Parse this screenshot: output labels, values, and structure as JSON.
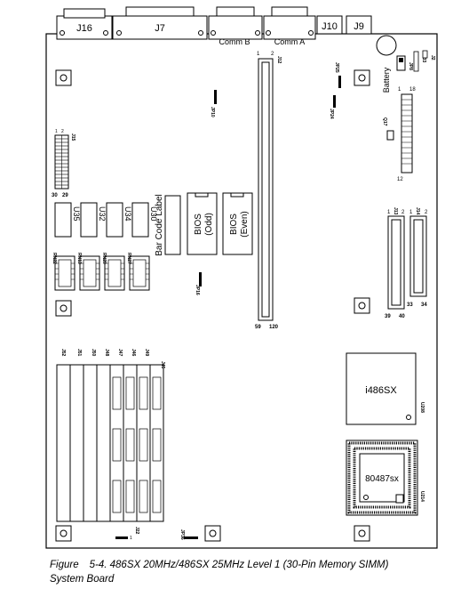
{
  "connectors": {
    "j16": "J16",
    "j7": "J7",
    "comm_b_port": "Comm B",
    "comm_a_port": "Comm A",
    "j10": "J10",
    "j9": "J9",
    "j12": "J12",
    "j15": "J15",
    "j13": "J13",
    "j14": "J14"
  },
  "components": {
    "battery": "Battery",
    "bar_code_label": "Bar Code Label",
    "bios_odd": [
      "BIOS",
      "(Odd)"
    ],
    "bios_even": [
      "BIOS",
      "(Even)"
    ],
    "cpu": "i486SX",
    "fpu": "80487sx",
    "cpu_ref": "U208",
    "fpu_ref": "U214",
    "q17": "Q17",
    "u35": "U35",
    "u32": "U32",
    "u34": "U34",
    "u30": "U30"
  },
  "jumpers": {
    "jp8": "JP8",
    "jp10": "JP10",
    "jp16": "JP16",
    "jp24": "JP24",
    "jp25": "JP25",
    "jp36": "JP36",
    "j33": "J33",
    "j22": "J22",
    "j2": "J2"
  },
  "simms": {
    "labels": [
      "J52",
      "J51",
      "J50",
      "J48",
      "J47",
      "J46",
      "J49",
      "J45"
    ]
  },
  "resistor_packs": {
    "labels": [
      "RN22",
      "RN13",
      "RN20",
      "RN27"
    ]
  },
  "pins": {
    "j12_p1": "1",
    "j12_p2": "2",
    "j12_p59": "59",
    "j12_p120": "120",
    "j15_p1": "1",
    "j15_p2": "2",
    "j15_p30": "30",
    "j15_p29": "29",
    "j13_p1": "1",
    "j13_p2": "2",
    "j13_p39": "39",
    "j13_p40": "40",
    "j14_p1": "1",
    "j14_p2": "2",
    "j14_p33": "33",
    "j14_p34": "34",
    "jx_p1": "1",
    "jx_p18": "18",
    "jx_p12": "12"
  },
  "caption": {
    "prefix": "Figure",
    "number": "5-4.",
    "line1": "486SX 20MHz/486SX 25MHz Level 1 (30-Pin Memory SIMM)",
    "line2": "System Board"
  }
}
